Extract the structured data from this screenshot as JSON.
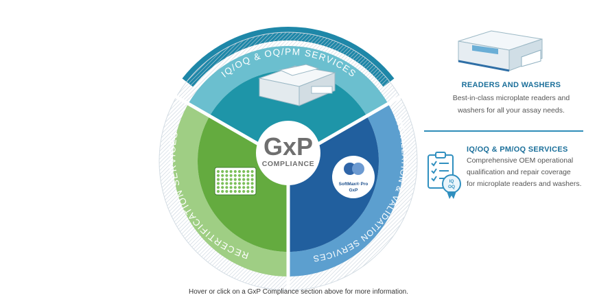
{
  "wheel": {
    "center_title": "GxP",
    "center_subtitle": "COMPLIANCE",
    "segments": [
      {
        "label": "IQ/OQ & OQ/PM SERVICES",
        "color": "#1e95a8",
        "band_color": "#6bbfcf"
      },
      {
        "label": "INSTALLATION & VALIDATION SERVICES",
        "color": "#215f9e",
        "band_color": "#5c9fcf"
      },
      {
        "label": "RECERTIFICATION SERVICES",
        "color": "#64ab3f",
        "band_color": "#9fce84"
      }
    ],
    "outer_arc_color": "#1e87a8",
    "software_badge": {
      "line1": "SoftMax® Pro",
      "line2": "GxP"
    }
  },
  "panels": {
    "readers": {
      "title": "READERS AND WASHERS",
      "desc_lines": [
        "Best-in-class microplate readers and",
        "washers for all your assay needs."
      ]
    },
    "iqoq": {
      "title": "IQ/OQ & PM/OQ SERVICES",
      "desc_lines": [
        "Comprehensive OEM operational",
        "qualification and repair coverage",
        "for microplate readers and washers."
      ],
      "badge_text": "IQ\nOQ"
    }
  },
  "hint": "Hover or click on a GxP Compliance section above for more information."
}
